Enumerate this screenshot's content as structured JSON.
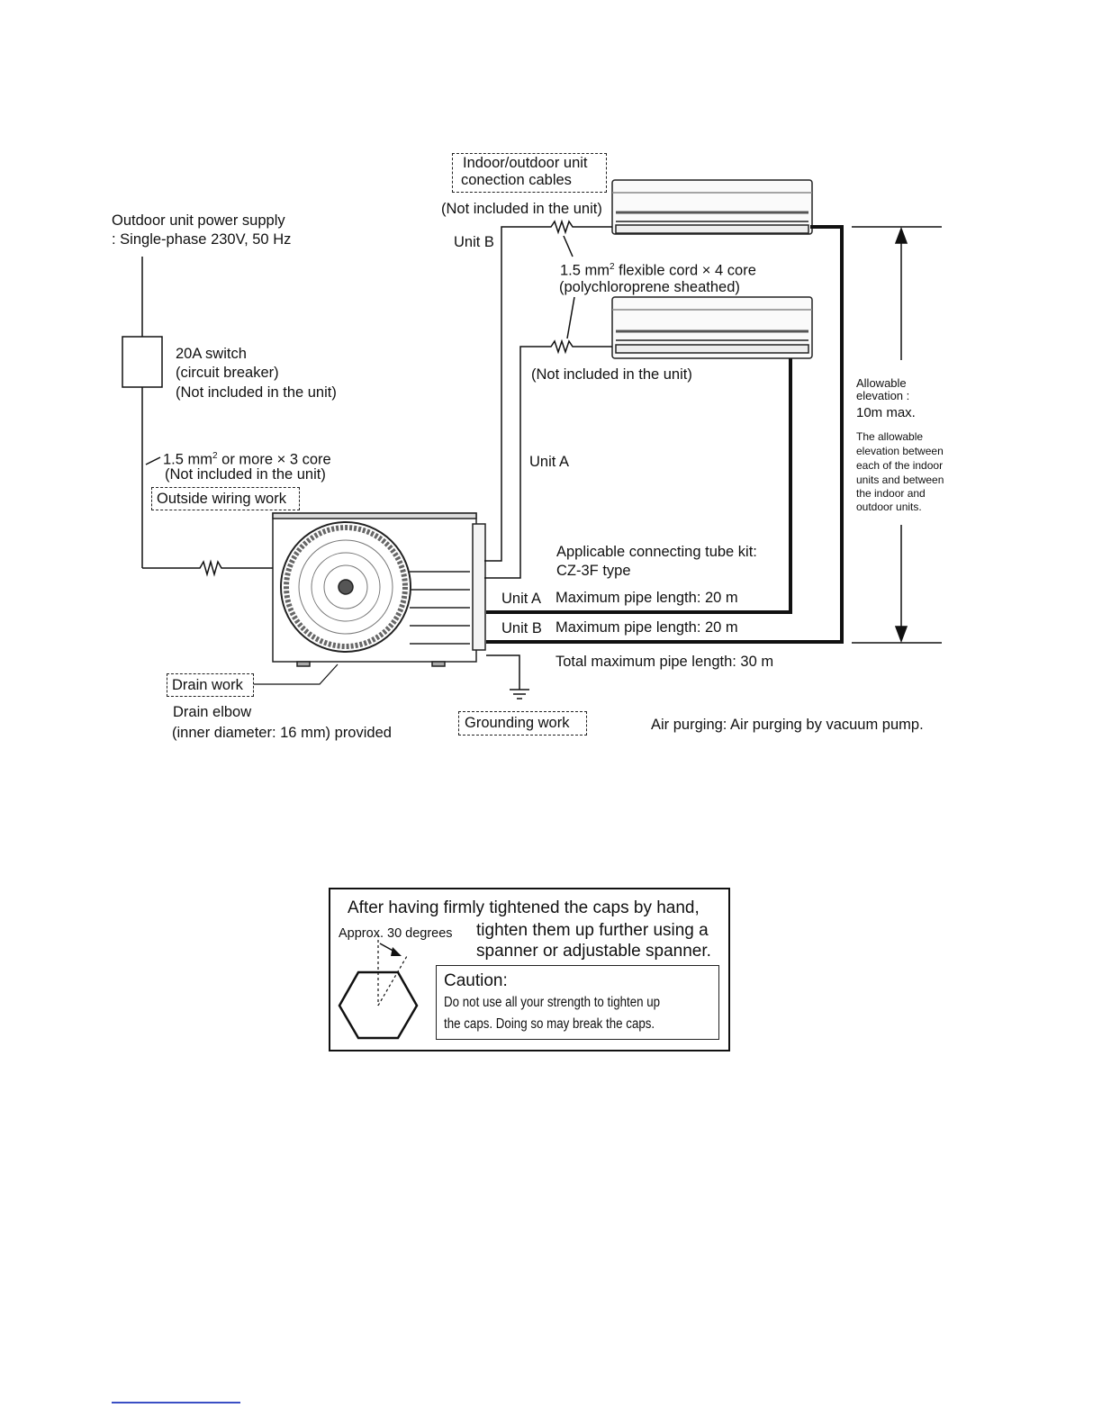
{
  "labels": {
    "connection_cables_1": "Indoor/outdoor unit",
    "connection_cables_2": "conection cables",
    "not_included_top": "(Not included in the unit)",
    "unit_b_top": "Unit B",
    "power_supply_1": "Outdoor unit power supply",
    "power_supply_2": ": Single-phase 230V, 50 Hz",
    "cord_1": "1.5 mm",
    "cord_1_sup": "2",
    "cord_1b": " flexible cord × 4 core",
    "cord_2": "(polychloroprene sheathed)",
    "switch_1": "20A switch",
    "switch_2": "(circuit breaker)",
    "switch_3": "(Not included in the unit)",
    "not_included_mid": "(Not included in the unit)",
    "wire_1": "1.5 mm",
    "wire_1_sup": "2",
    "wire_1b": " or more × 3 core",
    "wire_2": "(Not included in the unit)",
    "outside_wiring": "Outside wiring work",
    "unit_a_mid": "Unit A",
    "tube_kit_1": "Applicable connecting tube kit:",
    "tube_kit_2": "CZ-3F type",
    "unit_a_pipe": "Unit A",
    "unit_a_pipe_len": "Maximum pipe length: 20 m",
    "unit_b_pipe": "Unit B",
    "unit_b_pipe_len": "Maximum pipe length: 20 m",
    "total_pipe": "Total maximum pipe length: 30 m",
    "drain_work": "Drain work",
    "drain_elbow_1": "Drain elbow",
    "drain_elbow_2": "(inner diameter: 16 mm) provided",
    "grounding_work": "Grounding work",
    "air_purging": "Air purging: Air purging by vacuum pump.",
    "elevation_1": "Allowable",
    "elevation_2": "elevation :",
    "elevation_3": "10m max.",
    "elevation_note_1": "The allowable",
    "elevation_note_2": "elevation between",
    "elevation_note_3": "each of the indoor",
    "elevation_note_4": "units and between",
    "elevation_note_5": "the indoor and",
    "elevation_note_6": "outdoor units."
  },
  "caution_panel": {
    "line_1": "After having firmly tightened the caps by hand,",
    "angle": "Approx. 30 degrees",
    "line_2": "tighten them up further using a",
    "line_3": "spanner or adjustable spanner.",
    "caution_title": "Caution:",
    "caution_1": "Do not use all your strength to tighten up",
    "caution_2": "the caps.  Doing so may break the caps."
  }
}
